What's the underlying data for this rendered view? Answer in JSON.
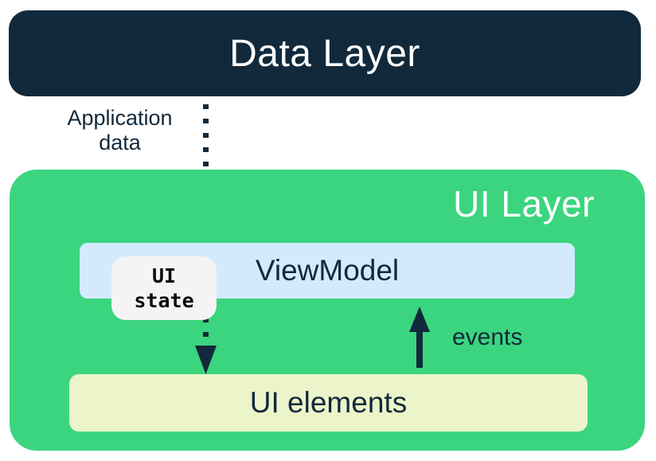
{
  "colors": {
    "navy": "#12293b",
    "green": "#3bd57f",
    "light_blue": "#d3eafd",
    "pale_yellow": "#ecf4c9",
    "chip_gray": "#f4f4f4",
    "white": "#ffffff"
  },
  "diagram": {
    "data_layer": {
      "label": "Data Layer"
    },
    "application_data_arrow": {
      "label_line1": "Application",
      "label_line2": "data"
    },
    "ui_layer": {
      "label": "UI Layer"
    },
    "viewmodel": {
      "label": "ViewModel"
    },
    "ui_state_chip": {
      "line1": "UI",
      "line2": "state"
    },
    "events_arrow": {
      "label": "events"
    },
    "ui_elements": {
      "label": "UI elements"
    }
  }
}
